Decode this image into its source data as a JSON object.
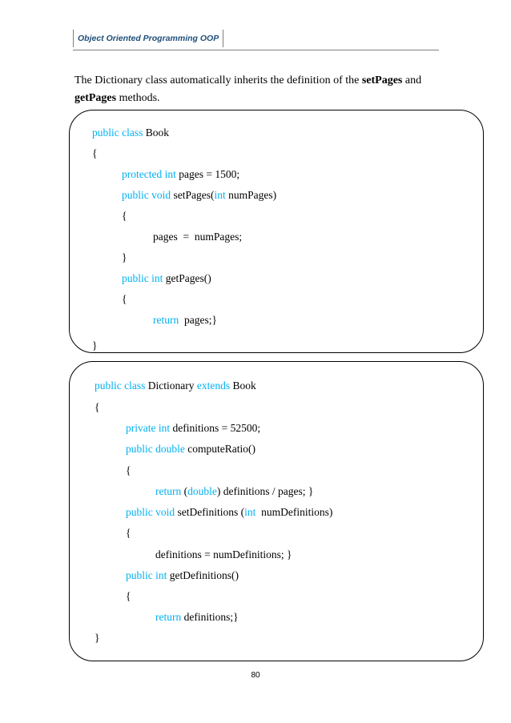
{
  "header": {
    "title": "Object Oriented Programming OOP"
  },
  "intro": {
    "part1": "The Dictionary class automatically inherits the definition of the ",
    "setPages": "setPages",
    "part2": " and ",
    "getPages": "getPages",
    "part3": " methods."
  },
  "book_code": [
    [
      {
        "t": "public class ",
        "kw": true
      },
      {
        "t": "Book"
      }
    ],
    [
      {
        "t": "{"
      }
    ],
    [
      {
        "t": "protected int ",
        "kw": true
      },
      {
        "t": "pages = 1500;"
      }
    ],
    [
      {
        "t": "public void ",
        "kw": true
      },
      {
        "t": "setPages("
      },
      {
        "t": "int ",
        "kw": true
      },
      {
        "t": "numPages)"
      }
    ],
    [
      {
        "t": "{"
      }
    ],
    [
      {
        "t": "pages  =  numPages;"
      }
    ],
    [
      {
        "t": "}"
      }
    ],
    [
      {
        "t": "public int ",
        "kw": true
      },
      {
        "t": "getPages()"
      }
    ],
    [
      {
        "t": "{"
      }
    ],
    [
      {
        "t": "return  ",
        "kw": true
      },
      {
        "t": "pages;}"
      }
    ],
    [
      {
        "t": "}"
      }
    ]
  ],
  "dictionary_code": [
    [
      {
        "t": "public class ",
        "kw": true
      },
      {
        "t": "Dictionary "
      },
      {
        "t": "extends ",
        "kw": true
      },
      {
        "t": "Book"
      }
    ],
    [
      {
        "t": "{"
      }
    ],
    [
      {
        "t": "private int ",
        "kw": true
      },
      {
        "t": "definitions = 52500;"
      }
    ],
    [
      {
        "t": "public double ",
        "kw": true
      },
      {
        "t": "computeRatio()"
      }
    ],
    [
      {
        "t": "{"
      }
    ],
    [
      {
        "t": "return ",
        "kw": true
      },
      {
        "t": "("
      },
      {
        "t": "double",
        "kw": true
      },
      {
        "t": ") definitions / pages; }"
      }
    ],
    [
      {
        "t": "public void ",
        "kw": true
      },
      {
        "t": "setDefinitions ("
      },
      {
        "t": "int  ",
        "kw": true
      },
      {
        "t": "numDefinitions)"
      }
    ],
    [
      {
        "t": "{"
      }
    ],
    [
      {
        "t": "definitions = numDefinitions; }"
      }
    ],
    [
      {
        "t": "public int ",
        "kw": true
      },
      {
        "t": "getDefinitions()"
      }
    ],
    [
      {
        "t": "{"
      }
    ],
    [
      {
        "t": "return ",
        "kw": true
      },
      {
        "t": "definitions;}"
      }
    ],
    [
      {
        "t": "}"
      }
    ]
  ],
  "footer": {
    "page_number": "80"
  },
  "colors": {
    "keyword": "#00b0f0",
    "header_text": "#1f4e79"
  }
}
